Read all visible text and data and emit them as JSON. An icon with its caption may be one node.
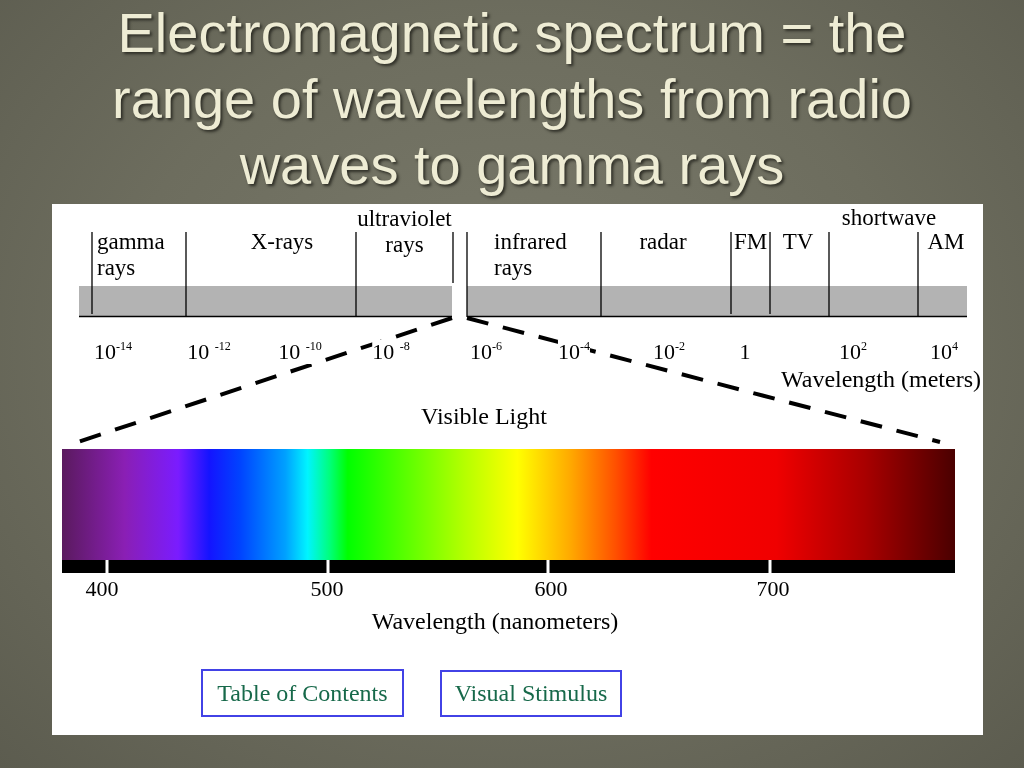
{
  "diagram": {
    "title": "Electromagnetic spectrum = the range of wavelengths from radio waves to gamma rays",
    "nodes": [
      {
        "text": [
          "Table of Contents"
        ]
      },
      {
        "text": [
          "Visual Stimulus"
        ]
      }
    ],
    "labels": [
      "gamma rays",
      "X-rays",
      "ultraviolet rays",
      "infrared rays",
      "radar",
      "FM",
      "TV",
      "shortwave",
      "AM",
      "10$^{-14}$",
      "10 $^{-12}$",
      "10 $^{-10}$",
      "10 $^{-8}$",
      "10$^{-6}$",
      "10$^{-4}$",
      "10$^{-2}$",
      "1",
      "10$^{2}$",
      "10$^{4}$",
      "Wavelength (meters)",
      "Visible Light",
      "400",
      "500",
      "600",
      "700",
      "Wavelength (nanometers)"
    ]
  }
}
